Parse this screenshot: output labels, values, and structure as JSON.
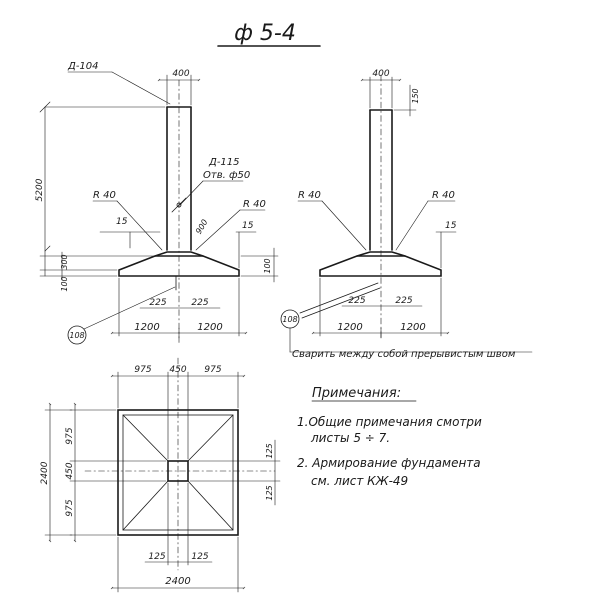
{
  "sheet_title": "ф 5-4",
  "front_view": {
    "label_top_pad": "Д-104",
    "label_col_pad": "Д-115",
    "label_hole": "Отв. ф50",
    "col_width": "400",
    "height_total": "5200",
    "radius_left": "R 40",
    "radius_right": "R 40",
    "dim_900": "900",
    "dim_15_left": "15",
    "dim_15_right": "15",
    "dim_300": "300",
    "dim_100_left": "100",
    "dim_100_right": "100",
    "dim_225_left": "225",
    "dim_225_right": "225",
    "half_left": "1200",
    "half_right": "1200",
    "callout": "108"
  },
  "side_view": {
    "col_width": "400",
    "dim_150": "150",
    "radius_left": "R 40",
    "radius_right": "R 40",
    "dim_15": "15",
    "dim_225_left": "225",
    "dim_225_right": "225",
    "half_left": "1200",
    "half_right": "1200",
    "callout": "108",
    "weld_note": "Сварить между собой прерывистым швом"
  },
  "plan_view": {
    "top_975_left": "975",
    "top_450": "450",
    "top_975_right": "975",
    "left_975_top": "975",
    "left_450": "450",
    "left_975_bottom": "975",
    "left_overall": "2400",
    "right_125_top": "125",
    "right_125_bottom": "125",
    "bottom_125_left": "125",
    "bottom_125_right": "125",
    "bottom_overall": "2400"
  },
  "notes": {
    "heading": "Примечания:",
    "item1_line1": "1.Общие примечания смотри",
    "item1_line2": "листы 5 ÷ 7.",
    "item2_line1": "2. Армирование фундамента",
    "item2_line2": "см. лист КЖ-49"
  }
}
